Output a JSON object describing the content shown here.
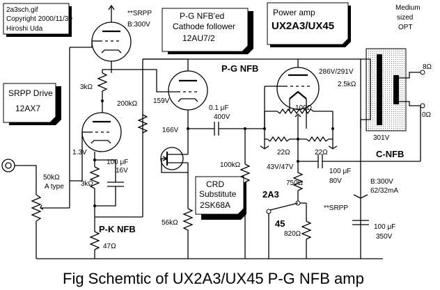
{
  "header": {
    "file": "2a3sch.gif",
    "copyright": "Copyright 2000/11/30",
    "author": "Hiroshi Uda"
  },
  "notes": {
    "srpp_top": "**SRPP",
    "srpp_top_b": "B:300V",
    "pg_title_1": "P-G NFB'ed",
    "pg_title_2": "Cathode follower",
    "pg_tube": "12AU7/2",
    "power_title": "Power amp",
    "power_tube": "UX2A3/UX45",
    "opt_1": "Medium",
    "opt_2": "sized",
    "opt_3": "OPT",
    "srpp_drive": "SRPP Drive",
    "srpp_drive_tube": "12AX7",
    "crd_1": "CRD",
    "crd_2": "Substitute",
    "crd_3": "2SK68A"
  },
  "labels": {
    "pg_nfb": "P-G NFB",
    "pk_nfb": "P-K NFB",
    "c_nfb": "C-NFB",
    "srpp_mid": "**SRPP",
    "sel_2a3": "2A3",
    "sel_45": "45",
    "b_supply_1": "B:300V",
    "b_supply_2": "62/32mA"
  },
  "values": {
    "r_3k_top": "3kΩ",
    "r_200k": "200kΩ",
    "v_159": "159V",
    "v_166": "166V",
    "c_01_1": "0.1 μF",
    "c_01_2": "400V",
    "v_286": "286V/291V",
    "r_25k": "2.5kΩ",
    "v_301": "301V",
    "out_8": "8Ω",
    "out_0": "0Ω",
    "v_13": "1.3V",
    "r_3k_bot": "3kΩ",
    "c_100_1": "100 μF",
    "c_100_1b": "16V",
    "vol_1": "50kΩ",
    "vol_2": "A type",
    "r_100ohm": "100Ω",
    "r_22_l": "22Ω",
    "r_22_r": "22Ω",
    "v_43_47": "43V/47V",
    "r_100k": "100kΩ",
    "r_750": "750Ω",
    "c_100_2": "100 μF",
    "c_100_2b": "80V",
    "r_56k": "56kΩ",
    "r_820": "820Ω",
    "c_100_3": "100 μF",
    "c_100_3b": "350V",
    "r_47": "47Ω"
  },
  "caption": "Fig  Schemtic of UX2A3/UX45 P-G NFB amp"
}
